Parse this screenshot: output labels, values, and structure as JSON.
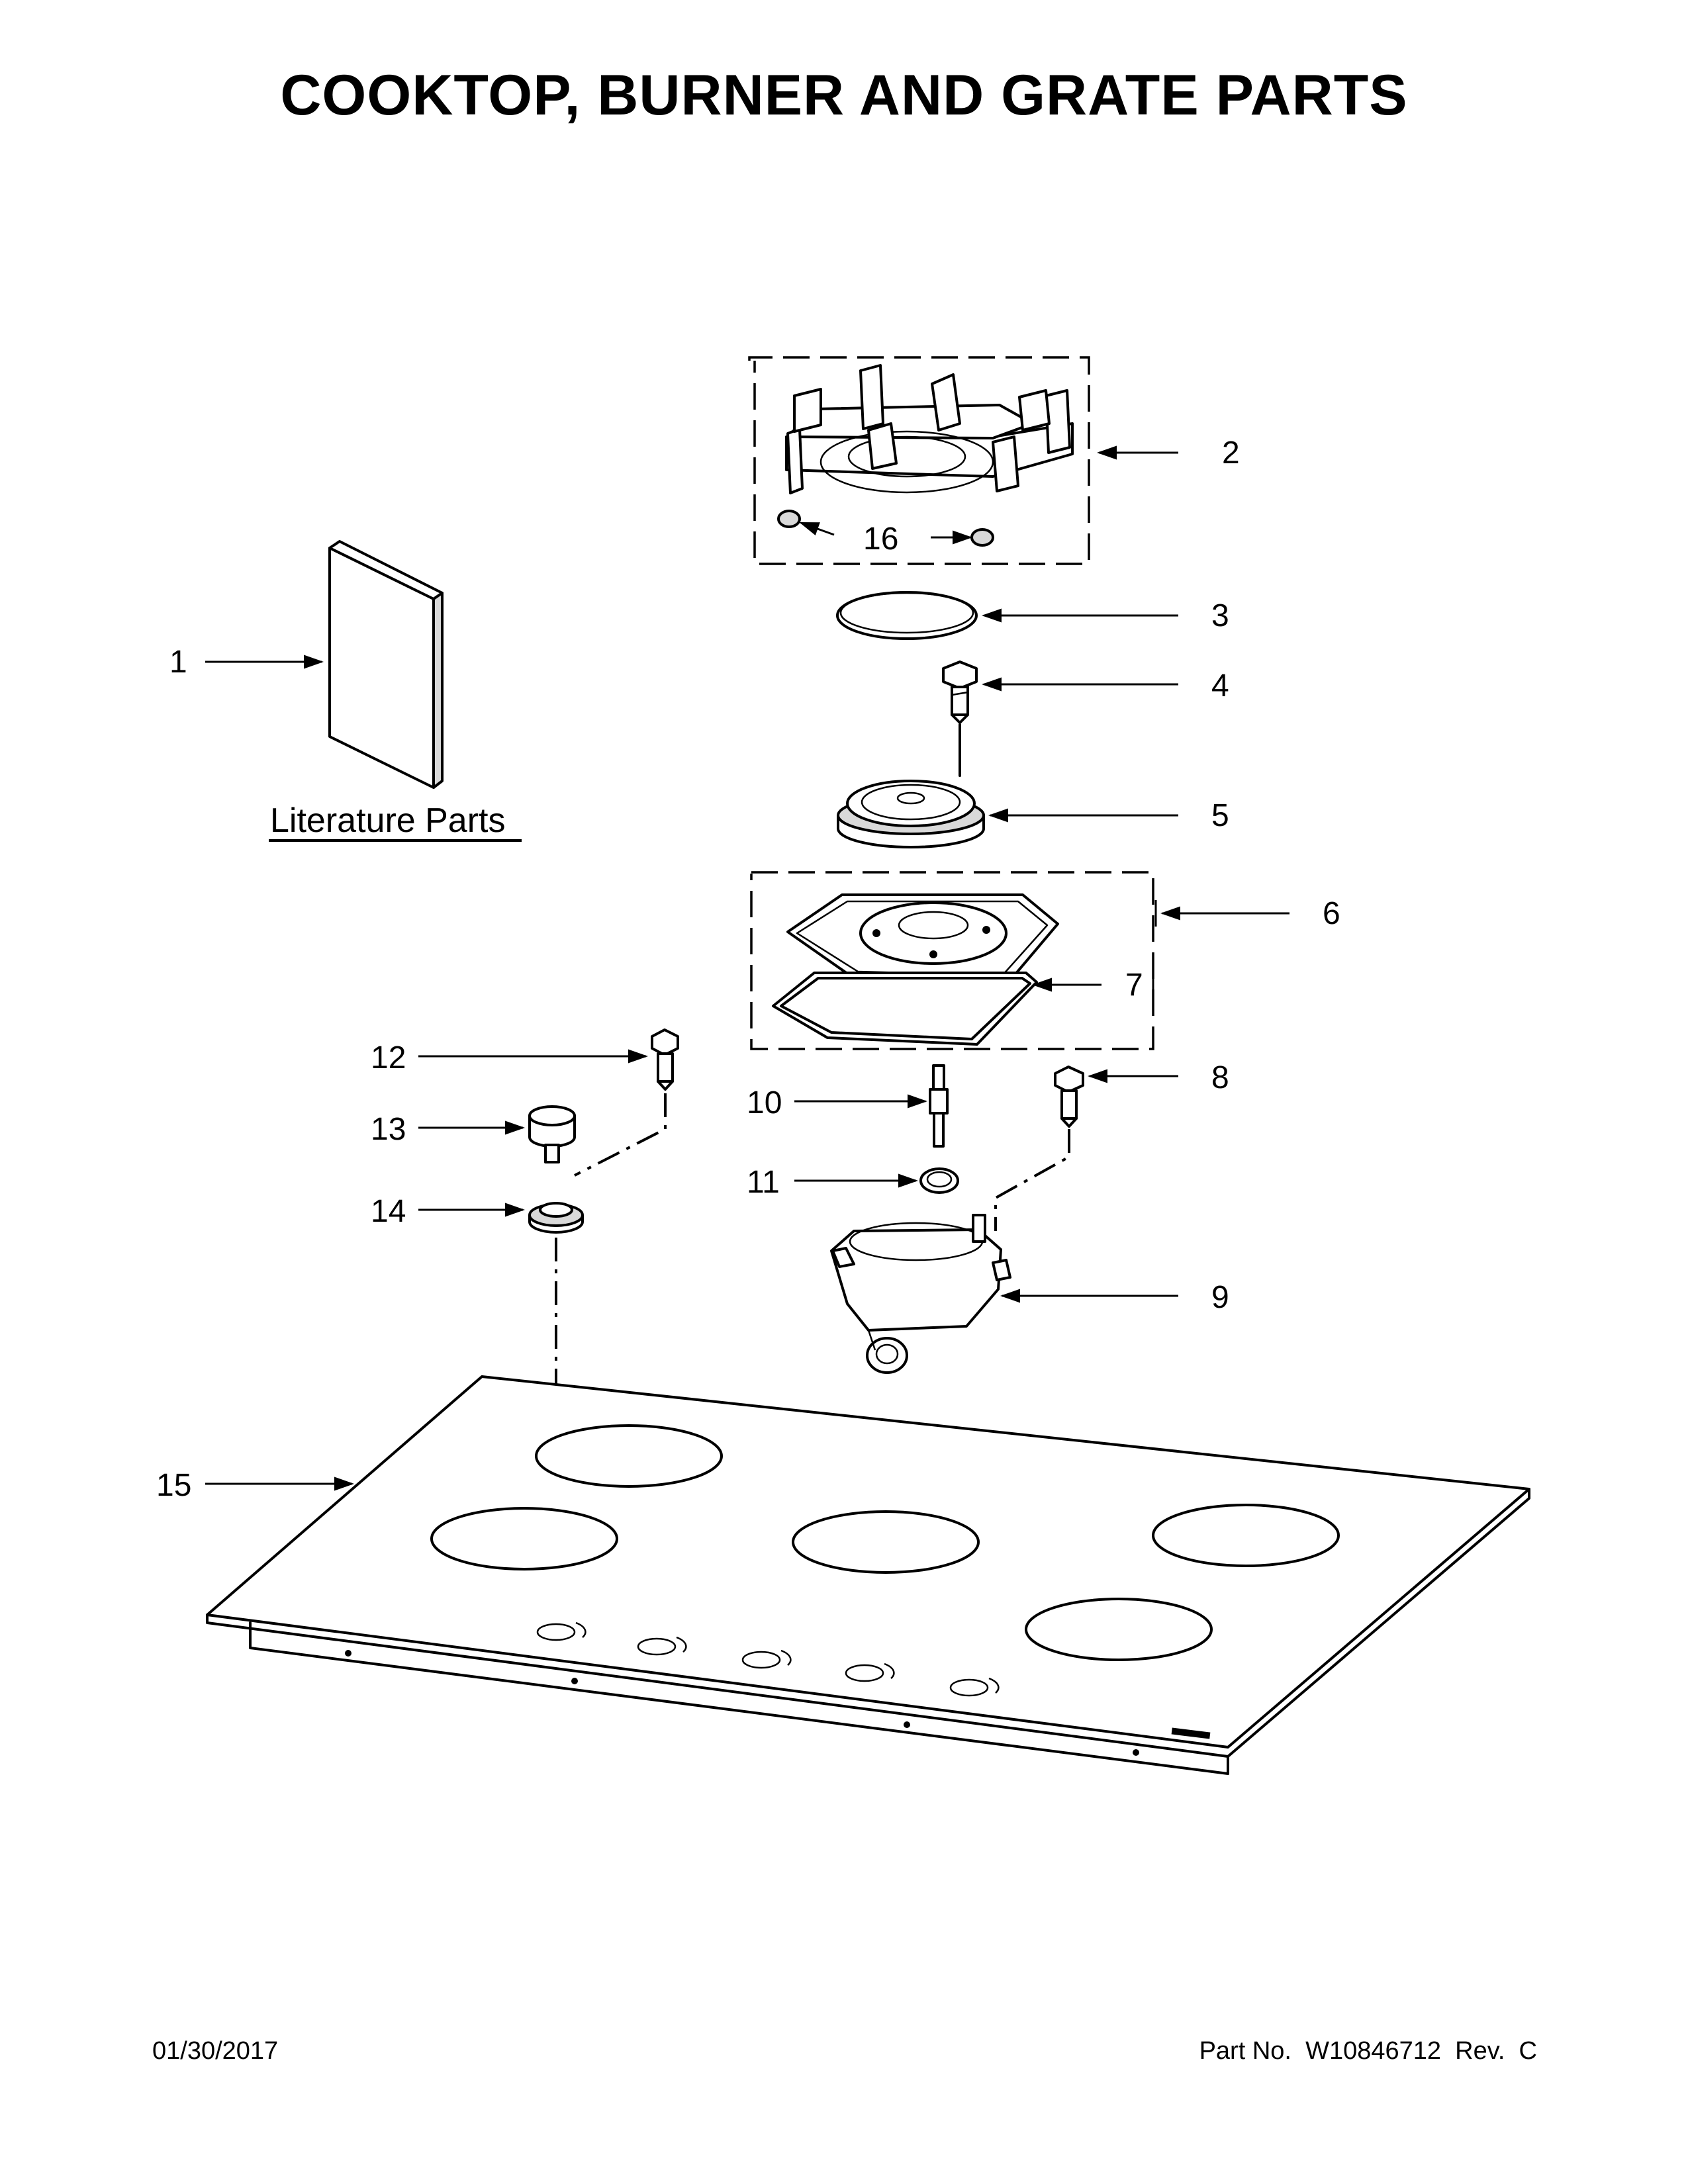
{
  "title": "COOKTOP, BURNER AND GRATE PARTS",
  "literature_label": "Literature Parts",
  "callouts": [
    "1",
    "2",
    "3",
    "4",
    "5",
    "6",
    "7",
    "8",
    "9",
    "10",
    "11",
    "12",
    "13",
    "14",
    "15",
    "16"
  ],
  "footer": {
    "date": "01/30/2017",
    "part_number": "Part No.  W10846712  Rev.  C"
  }
}
